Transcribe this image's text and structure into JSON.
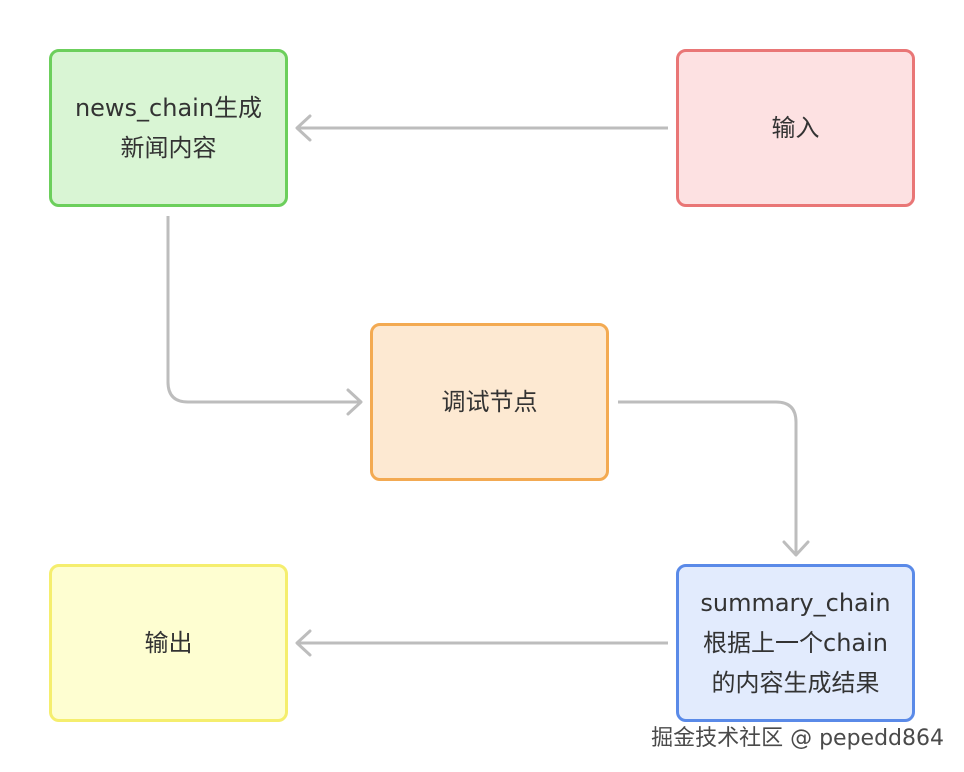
{
  "colors": {
    "edge": "#bdbdbd",
    "text": "#333333"
  },
  "nodes": {
    "news": {
      "label": "news_chain生成\n新闻内容",
      "fill": "#d9f5d4",
      "stroke": "#6ccf5c"
    },
    "input": {
      "label": "输入",
      "fill": "#fde1e2",
      "stroke": "#e97676"
    },
    "debug": {
      "label": "调试节点",
      "fill": "#fde9d2",
      "stroke": "#f3aa52"
    },
    "output": {
      "label": "输出",
      "fill": "#fefed1",
      "stroke": "#f5ee6e"
    },
    "summary": {
      "label": "summary_chain\n根据上一个chain\n的内容生成结果",
      "fill": "#e2ebfd",
      "stroke": "#5a8ae8"
    }
  },
  "edges": [
    {
      "from": "input",
      "to": "news"
    },
    {
      "from": "news",
      "to": "debug"
    },
    {
      "from": "debug",
      "to": "summary"
    },
    {
      "from": "summary",
      "to": "output"
    }
  ],
  "watermark": "掘金技术社区 @ pepedd864"
}
